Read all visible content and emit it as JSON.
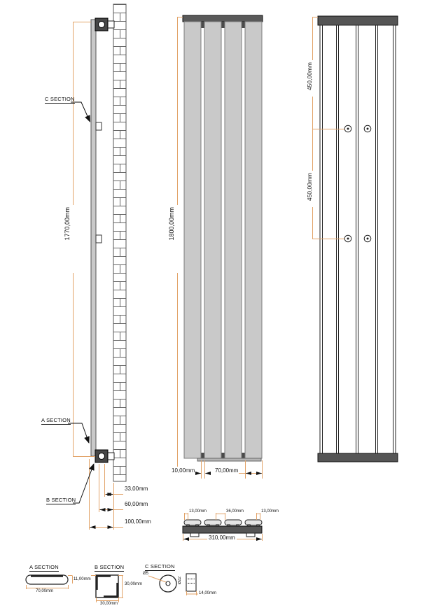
{
  "side_view": {
    "section_c_label": "C SECTION",
    "section_a_label": "A SECTION",
    "section_b_label": "B SECTION",
    "height_dim": "1770,00mm",
    "dim_33": "33,00mm",
    "dim_60": "60,00mm",
    "dim_100": "100,00mm"
  },
  "front_view": {
    "height_dim": "1800,00mm",
    "gap_dim": "10,00mm",
    "panel_dim": "70,00mm"
  },
  "rear_view": {
    "upper_bracket_dim": "450,00mm",
    "lower_bracket_dim": "450,00mm"
  },
  "top_view": {
    "left_dim": "13,00mm",
    "center_dim": "36,00mm",
    "right_dim": "13,00mm",
    "width_dim": "310,00mm"
  },
  "detail_sections": {
    "a": {
      "title": "A SECTION",
      "height_dim": "11,00mm",
      "width_dim": "70,00mm"
    },
    "b": {
      "title": "B SECTION",
      "side_dim": "30,00mm",
      "bottom_dim": "30,00mm"
    },
    "c": {
      "title": "C SECTION",
      "hole_dia": "Ø5",
      "outer_dia": "Ø22",
      "thickness_dim": "14,00mm"
    }
  },
  "colors": {
    "dimension_line": "#E2A368",
    "panel_fill": "#C9C9C9",
    "collector_fill": "#595959"
  }
}
